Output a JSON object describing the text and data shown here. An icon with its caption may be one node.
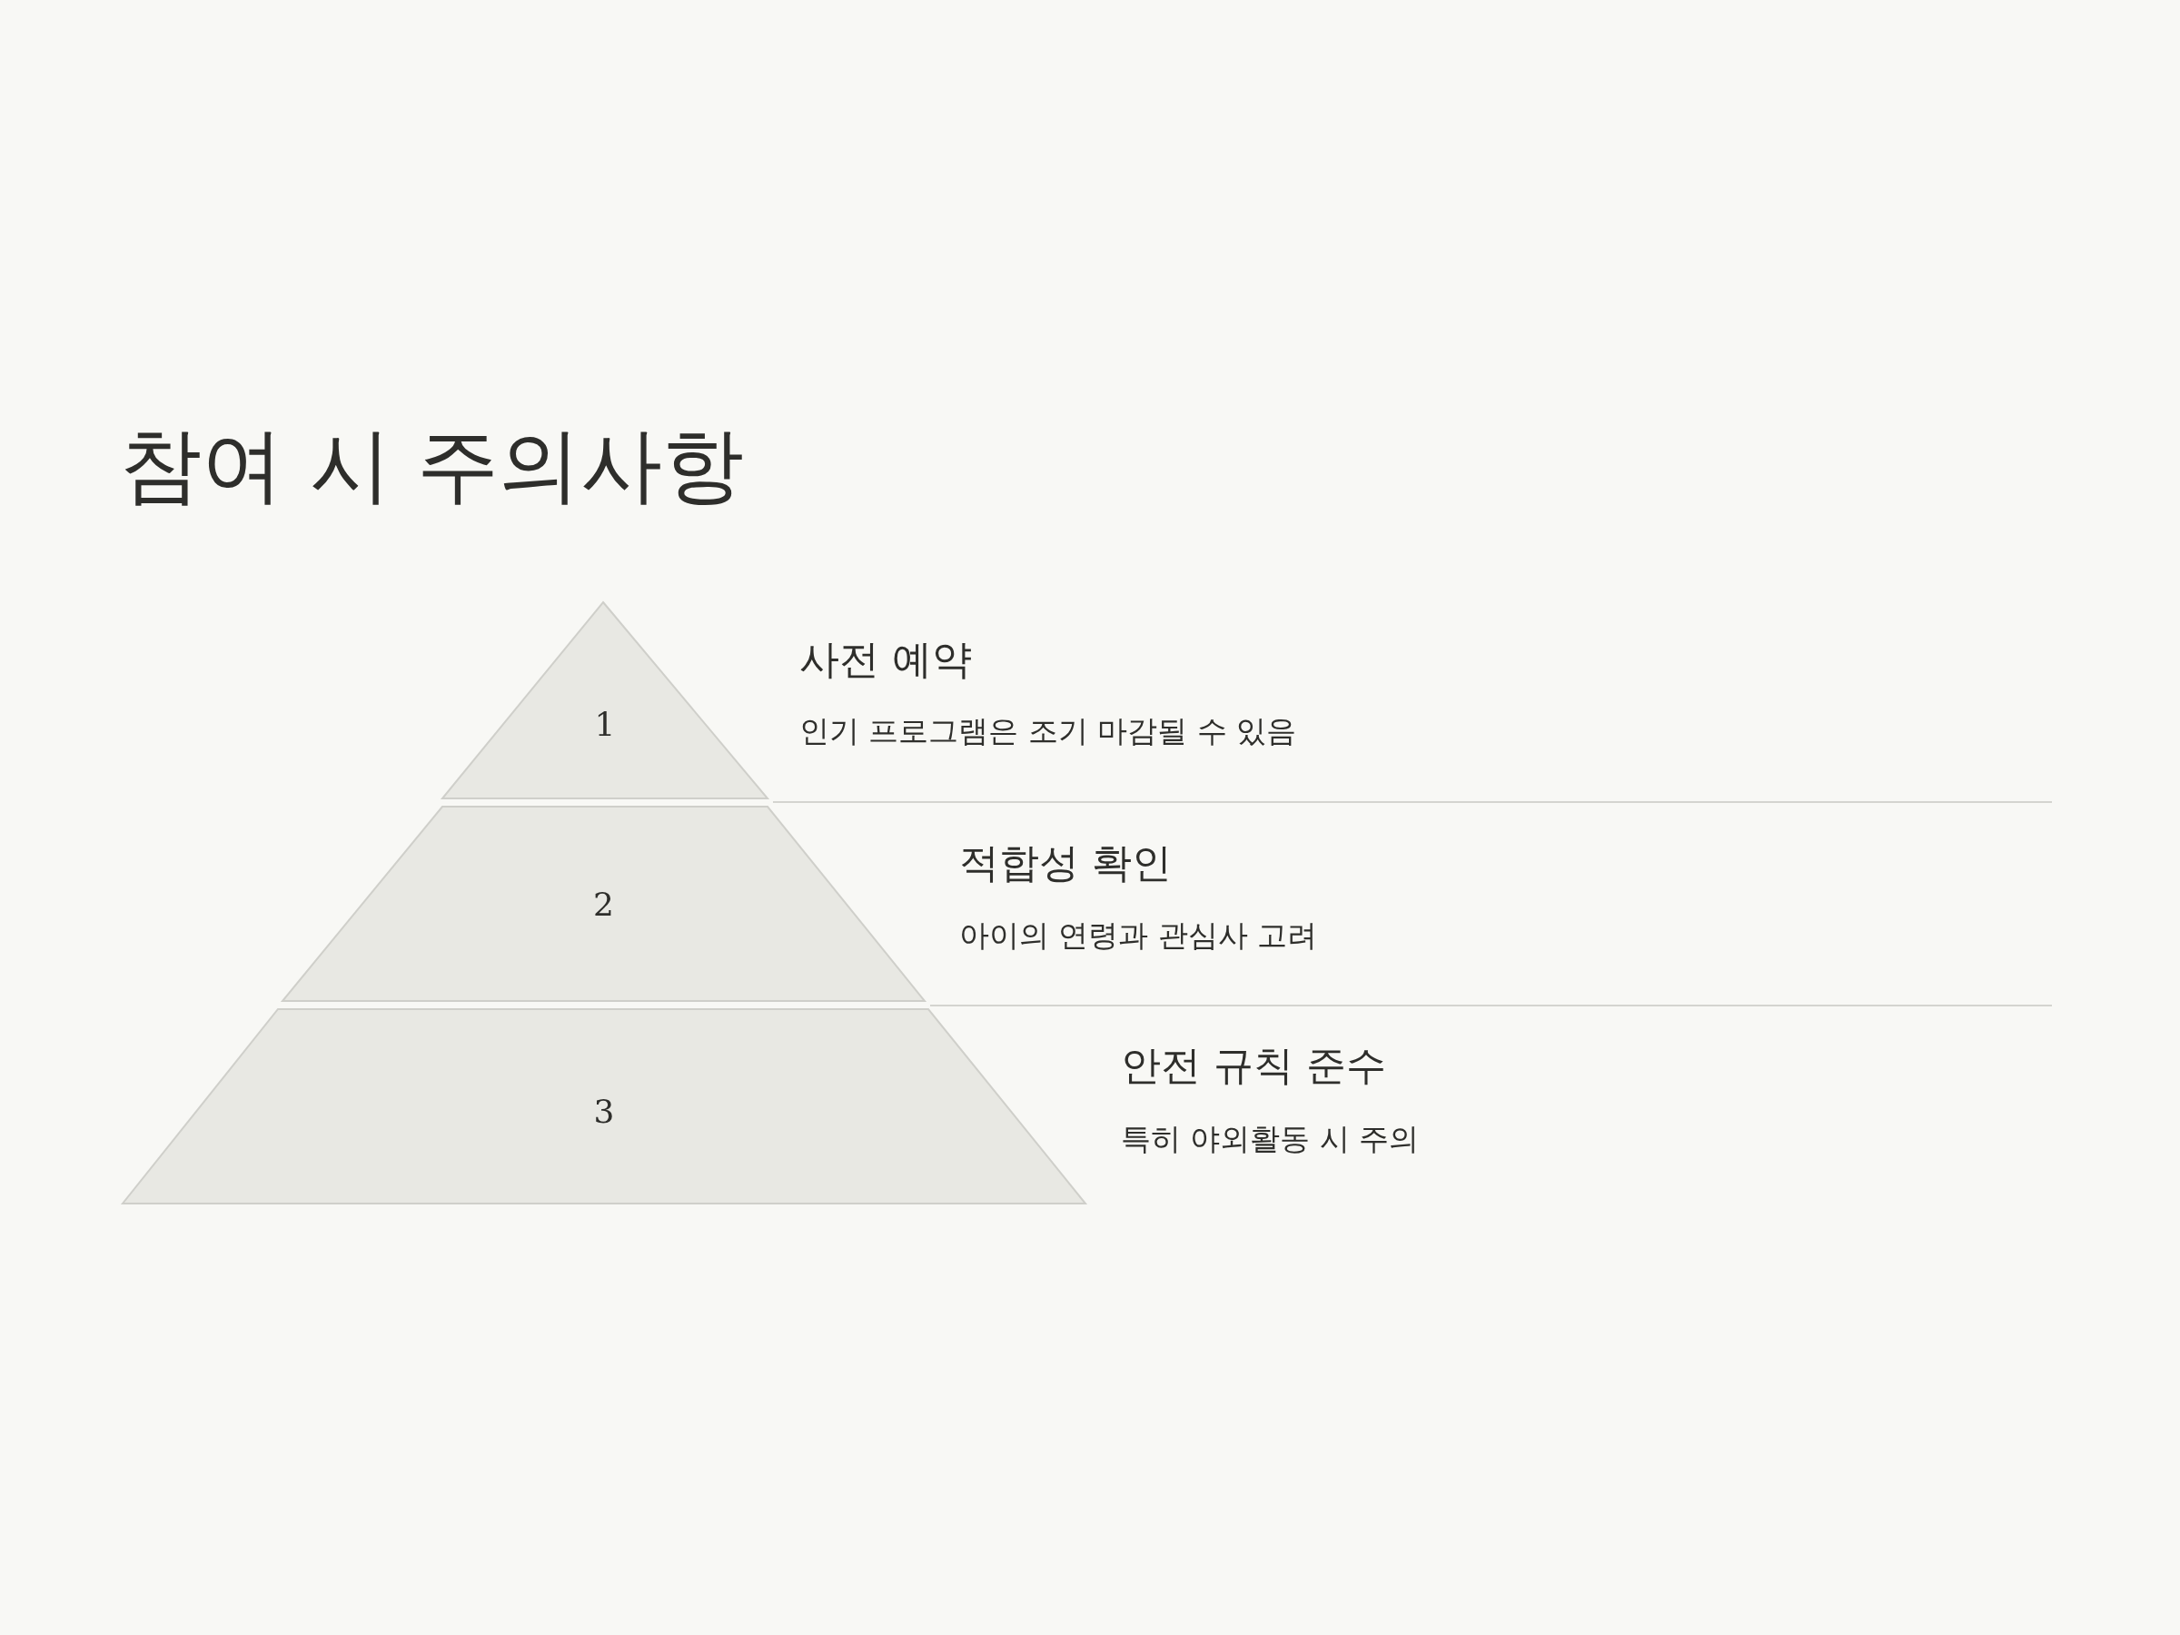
{
  "diagram": {
    "title": "참여 시 주의사항",
    "nodes": [
      {
        "text": [
          "1"
        ],
        "beside": [
          "사전 예약",
          "인기 프로그램은 조기 마감될 수 있음"
        ]
      },
      {
        "text": [
          "2"
        ],
        "beside": [
          "적합성 확인",
          "아이의 연령과 관심사 고려"
        ]
      },
      {
        "text": [
          "3"
        ],
        "beside": [
          "안전 규칙 준수",
          "특히 야외활동 시 주의"
        ]
      }
    ]
  }
}
